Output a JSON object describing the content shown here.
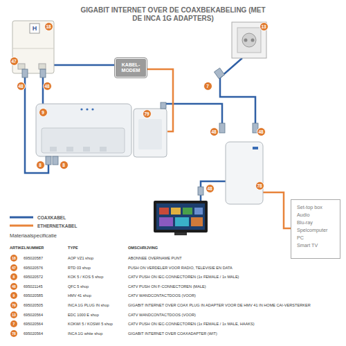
{
  "diagram": {
    "title": "GIGABIT INTERNET OVER DE COAXBEKABELING (MET DE INCA 1G ADAPTERS)",
    "nodes": [
      {
        "text": [
          "KABEL- MODEM"
        ]
      },
      {
        "text": [
          "Set-top box",
          "Audio",
          "Blu-ray",
          "Spelcomputer",
          "PC",
          "Smart TV"
        ]
      }
    ],
    "labels": [
      "18",
      "13",
      "47",
      "48",
      "48",
      "7",
      "9",
      "79",
      "48",
      "48",
      "8",
      "8",
      "48",
      "78",
      "H",
      "Materiaalspecificatie",
      "ARTIKELNUMMER",
      "TYPE",
      "OMSCHRIJVING",
      "18",
      "695020587",
      "AOP VZ1 shop",
      "ABONNEE OVERNAME PUNT",
      "47",
      "695020576",
      "RTD 03 shop",
      "PUSH ON VERDELER VOOR RADIO, TELEVISIE EN DATA",
      "8",
      "695020572",
      "KOK 5 / KOS 5 shop",
      "CATV PUSH ON IEC-CONNECTOREN (1x FEMALE / 1x MALE)",
      "48",
      "695021145",
      "QFC 5 shop",
      "CATV PUSH ON F-CONNECTOREN (MALE)",
      "9",
      "695020585",
      "HMV 41 shop",
      "CATV WANDCONTACTDOOS (VOOR)",
      "79",
      "695020505",
      "INCA 1G PLUG IN shop",
      "GIGABIT INTERNET OVER COAX PLUG IN ADAPTER VOOR DE HMV 41 IN HOME CAI-VERSTERKER",
      "13",
      "695020564",
      "EDC 1000 E shop",
      "CATV WANDCONTACTDOOS (VOOR)",
      "7",
      "695020564",
      "KOKWI 5 / KOSWI 5 shop",
      "CATV PUSH ON IEC-CONNECTOREN (1x FEMALE / 1x MALE, HAAKS)",
      "78",
      "695020564",
      "INCA 1G white shop",
      "GIGABIT INTERNET OVER COAXADAPTER (WIT)"
    ],
    "legend": [
      {
        "text": "COAXKABEL"
      },
      {
        "text": "ETHERNETKABEL"
      }
    ]
  }
}
